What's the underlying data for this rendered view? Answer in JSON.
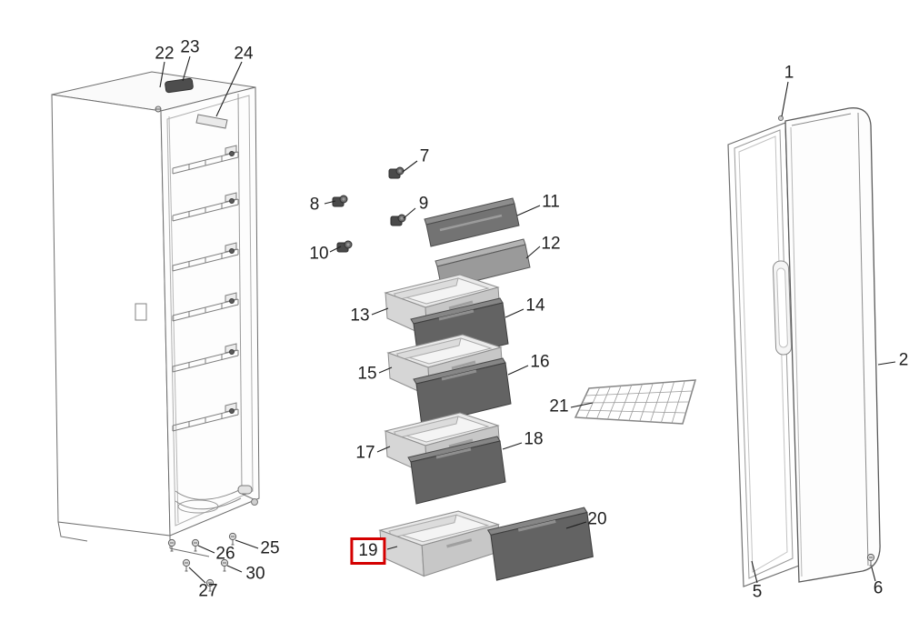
{
  "diagram": {
    "highlight_color": "#d40000",
    "highlighted_callout": "19",
    "callouts": {
      "c1": {
        "text": "1"
      },
      "c2": {
        "text": "2"
      },
      "c5": {
        "text": "5"
      },
      "c6": {
        "text": "6"
      },
      "c7": {
        "text": "7"
      },
      "c8": {
        "text": "8"
      },
      "c9": {
        "text": "9"
      },
      "c10": {
        "text": "10"
      },
      "c11": {
        "text": "11"
      },
      "c12": {
        "text": "12"
      },
      "c13": {
        "text": "13"
      },
      "c14": {
        "text": "14"
      },
      "c15": {
        "text": "15"
      },
      "c16": {
        "text": "16"
      },
      "c17": {
        "text": "17"
      },
      "c18": {
        "text": "18"
      },
      "c19": {
        "text": "19"
      },
      "c20": {
        "text": "20"
      },
      "c21": {
        "text": "21"
      },
      "c22": {
        "text": "22"
      },
      "c23": {
        "text": "23"
      },
      "c24": {
        "text": "24"
      },
      "c25": {
        "text": "25"
      },
      "c26": {
        "text": "26"
      },
      "c27": {
        "text": "27"
      },
      "c30": {
        "text": "30"
      }
    }
  }
}
